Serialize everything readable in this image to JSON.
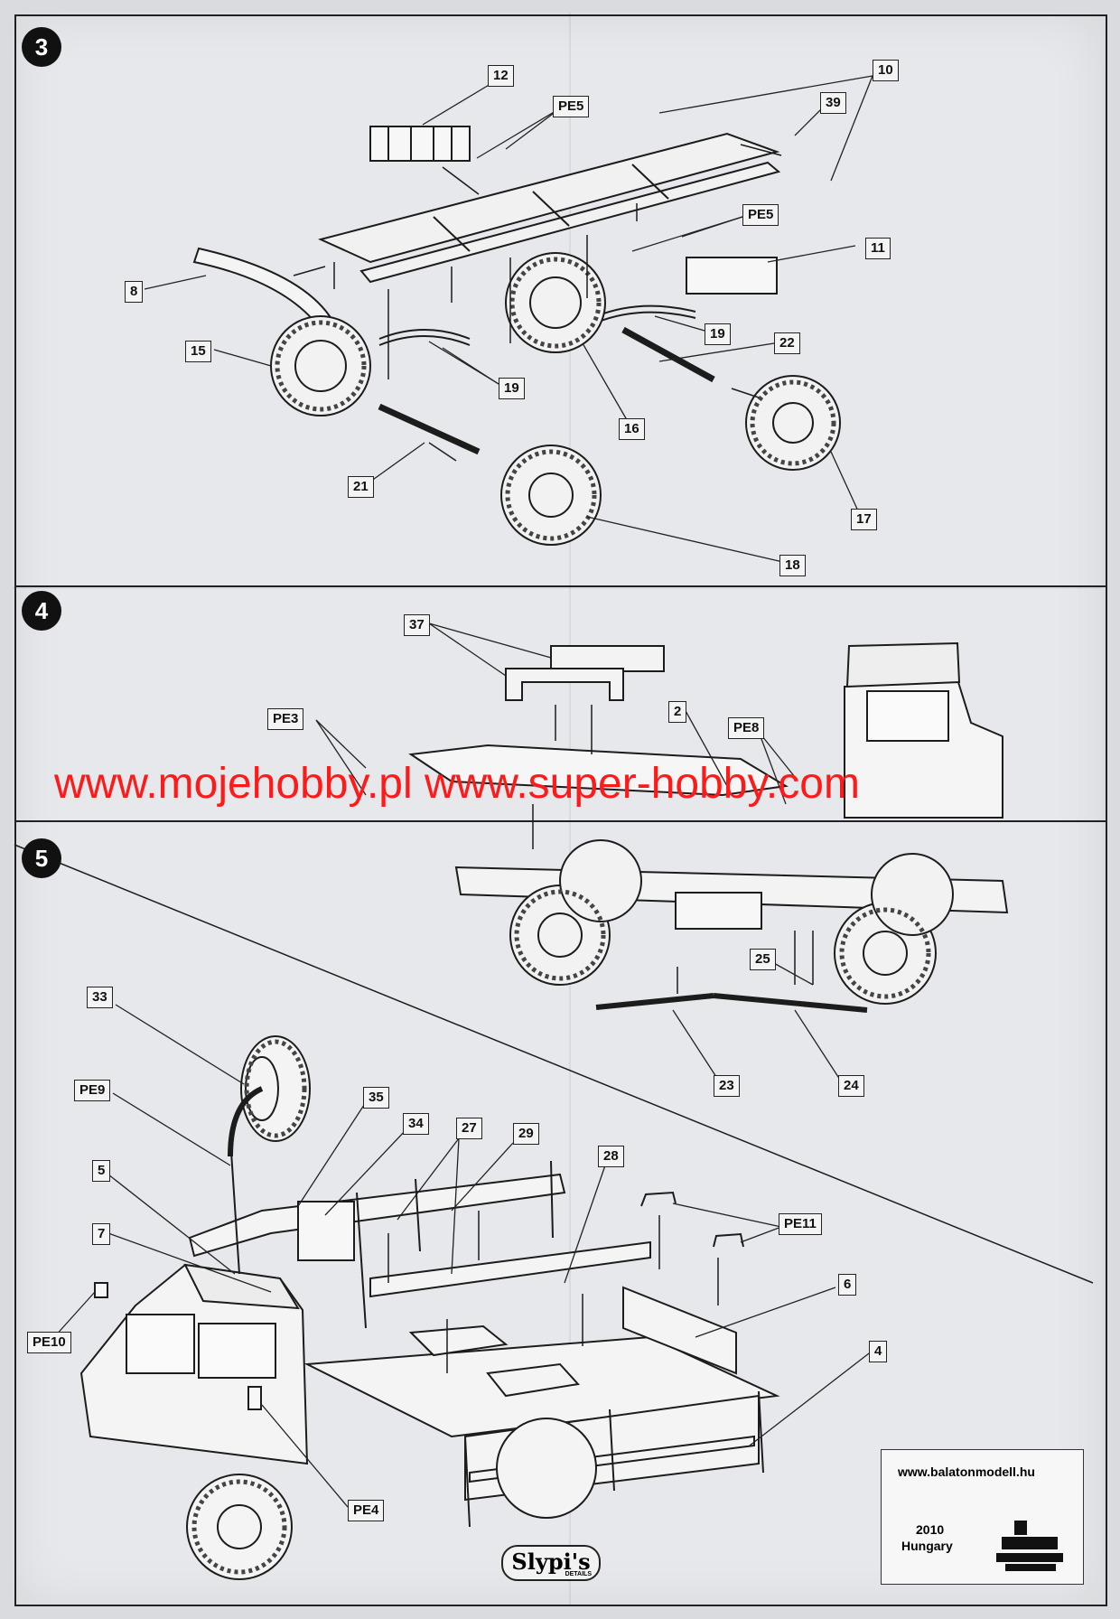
{
  "steps": [
    {
      "number": "3"
    },
    {
      "number": "4"
    },
    {
      "number": "5"
    }
  ],
  "step3_callouts": {
    "c12": "12",
    "pe5a": "PE5",
    "c10": "10",
    "c39": "39",
    "pe5b": "PE5",
    "c11": "11",
    "c8": "8",
    "c15": "15",
    "c19a": "19",
    "c19b": "19",
    "c22": "22",
    "c16": "16",
    "c21": "21",
    "c17": "17",
    "c18": "18"
  },
  "step4_callouts": {
    "c37": "37",
    "pe3": "PE3",
    "c2": "2",
    "pe8": "PE8",
    "c25": "25",
    "c23": "23",
    "c24": "24"
  },
  "step5_callouts": {
    "c33": "33",
    "pe9": "PE9",
    "c35": "35",
    "c34": "34",
    "c27": "27",
    "c29": "29",
    "c28": "28",
    "c5": "5",
    "c7": "7",
    "pe11": "PE11",
    "c6": "6",
    "pe10": "PE10",
    "c4": "4",
    "pe4": "PE4"
  },
  "watermark": "www.mojehobby.pl www.super-hobby.com",
  "footer": {
    "url": "www.balatonmodell.hu",
    "year": "2010",
    "country": "Hungary"
  },
  "brand": {
    "name": "Slypi's",
    "sub": "DETAILS"
  }
}
